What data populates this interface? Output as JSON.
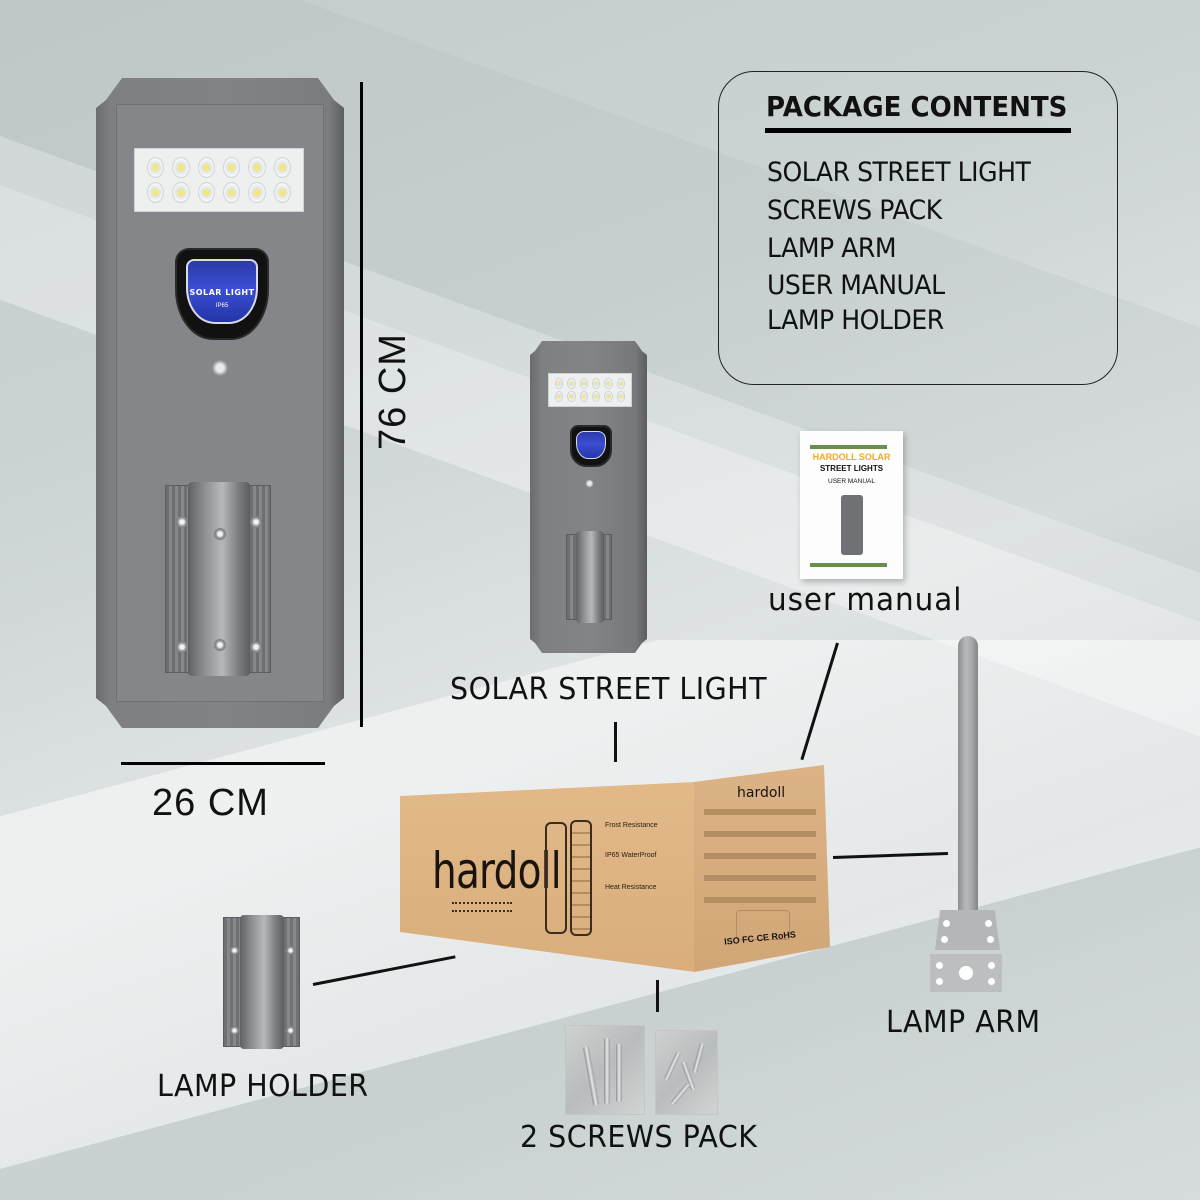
{
  "package_contents": {
    "title": "PACKAGE CONTENTS",
    "items": [
      "SOLAR STREET LIGHT",
      "SCREWS PACK",
      "LAMP ARM",
      "USER MANUAL",
      "LAMP HOLDER"
    ]
  },
  "dimensions": {
    "height": "76 CM",
    "width": "26 CM"
  },
  "product": {
    "badge_text": "SOLAR LIGHT",
    "badge_rating": "IP65"
  },
  "labels": {
    "solar_street_light": "SOLAR STREET LIGHT",
    "user_manual": "user manual",
    "lamp_holder": "LAMP HOLDER",
    "screws_pack": "2 SCREWS PACK",
    "lamp_arm": "LAMP ARM"
  },
  "manual": {
    "brand_line": "HARDOLL SOLAR",
    "product_line": "STREET LIGHTS",
    "doc_type": "USER  MANUAL",
    "accent_color": "#f3a82a",
    "bar_color": "#6a8f4b"
  },
  "box": {
    "brand_front": "hardoll",
    "brand_side": "hardoll",
    "features": [
      "Frost Resistance",
      "IP65 WaterProof",
      "Heat Resistance"
    ],
    "certifications": "ISO FC CE RoHS",
    "color": "#d9ae7c"
  }
}
